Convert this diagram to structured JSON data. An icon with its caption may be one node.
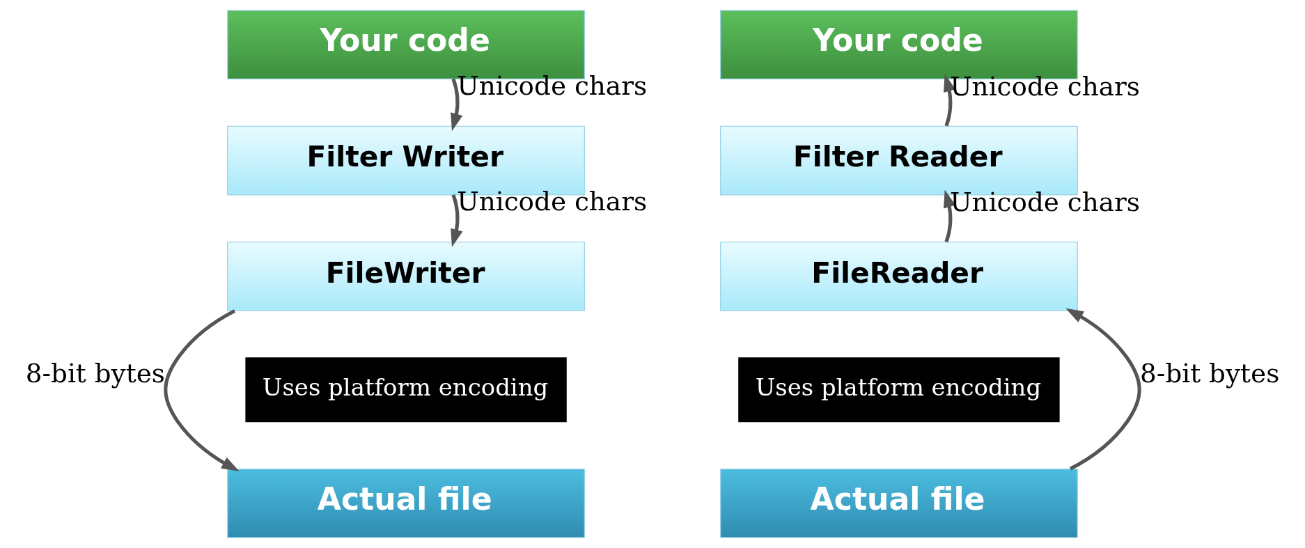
{
  "diagram": {
    "nodes": [
      {
        "text": [
          "Your code"
        ]
      },
      {
        "text": [
          "Filter Writer"
        ]
      },
      {
        "text": [
          "FileWriter"
        ]
      },
      {
        "text": [
          "Actual file"
        ]
      },
      {
        "text": [
          "Uses platform encoding"
        ]
      },
      {
        "text": [
          "Your code"
        ]
      },
      {
        "text": [
          "Filter Reader"
        ]
      },
      {
        "text": [
          "FileReader"
        ]
      },
      {
        "text": [
          "Actual file"
        ]
      },
      {
        "text": [
          "Uses platform encoding"
        ]
      }
    ],
    "edges": [
      {
        "from": 0,
        "to": 1,
        "arrow": "to",
        "label": "Unicode chars"
      },
      {
        "from": 1,
        "to": 2,
        "arrow": "to",
        "label": "Unicode chars"
      },
      {
        "from": 2,
        "to": 3,
        "arrow": "to",
        "label": "8-bit bytes"
      },
      {
        "from": 8,
        "to": 7,
        "arrow": "to",
        "label": "8-bit bytes"
      },
      {
        "from": 7,
        "to": 6,
        "arrow": "to",
        "label": "Unicode chars"
      },
      {
        "from": 6,
        "to": 5,
        "arrow": "to",
        "label": "Unicode chars"
      }
    ]
  }
}
